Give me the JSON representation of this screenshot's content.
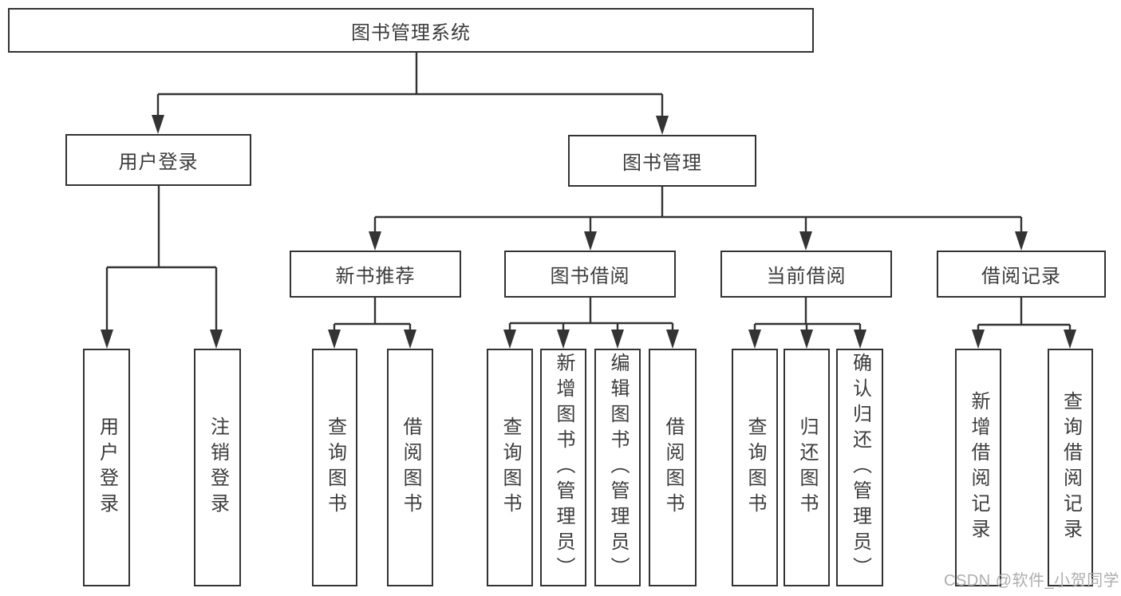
{
  "tree": {
    "label": "图书管理系统",
    "children": [
      {
        "label": "用户登录",
        "children": [
          {
            "label": "用户登录"
          },
          {
            "label": "注销登录"
          }
        ]
      },
      {
        "label": "图书管理",
        "children": [
          {
            "label": "新书推荐",
            "children": [
              {
                "label": "查询图书"
              },
              {
                "label": "借阅图书"
              }
            ]
          },
          {
            "label": "图书借阅",
            "children": [
              {
                "label": "查询图书"
              },
              {
                "label": "新增图书（管理员）"
              },
              {
                "label": "编辑图书（管理员）"
              },
              {
                "label": "借阅图书"
              }
            ]
          },
          {
            "label": "当前借阅",
            "children": [
              {
                "label": "查询图书"
              },
              {
                "label": "归还图书"
              },
              {
                "label": "确认归还（管理员）"
              }
            ]
          },
          {
            "label": "借阅记录",
            "children": [
              {
                "label": "新增借阅记录"
              },
              {
                "label": "查询借阅记录"
              }
            ]
          }
        ]
      }
    ]
  },
  "watermark": {
    "text": "CSDN @软件_小贺同学"
  },
  "colors": {
    "line": "#333333",
    "text": "#3c3c3c",
    "watermark": "#aeaeae",
    "background": "#ffffff"
  }
}
